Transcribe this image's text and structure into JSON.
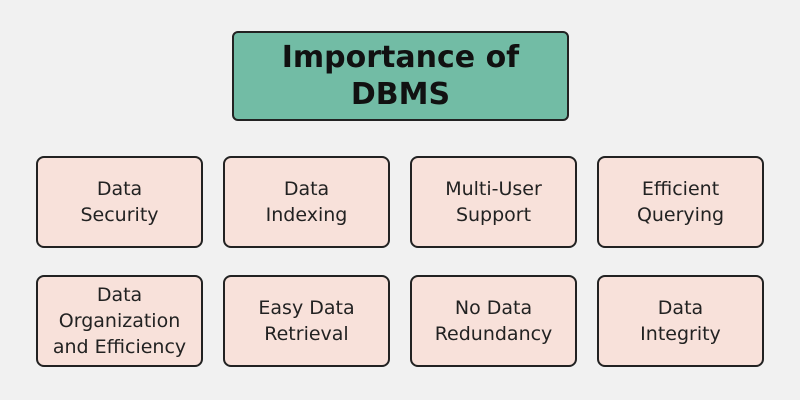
{
  "title": "Importance of\nDBMS",
  "items": [
    "Data\nSecurity",
    "Data\nIndexing",
    "Multi-User\nSupport",
    "Efficient\nQuerying",
    "Data\nOrganization\nand Efficiency",
    "Easy Data\nRetrieval",
    "No Data\nRedundancy",
    "Data\nIntegrity"
  ],
  "colors": {
    "title_bg": "#72bca5",
    "item_bg": "#f8e1da",
    "border": "#222222"
  }
}
